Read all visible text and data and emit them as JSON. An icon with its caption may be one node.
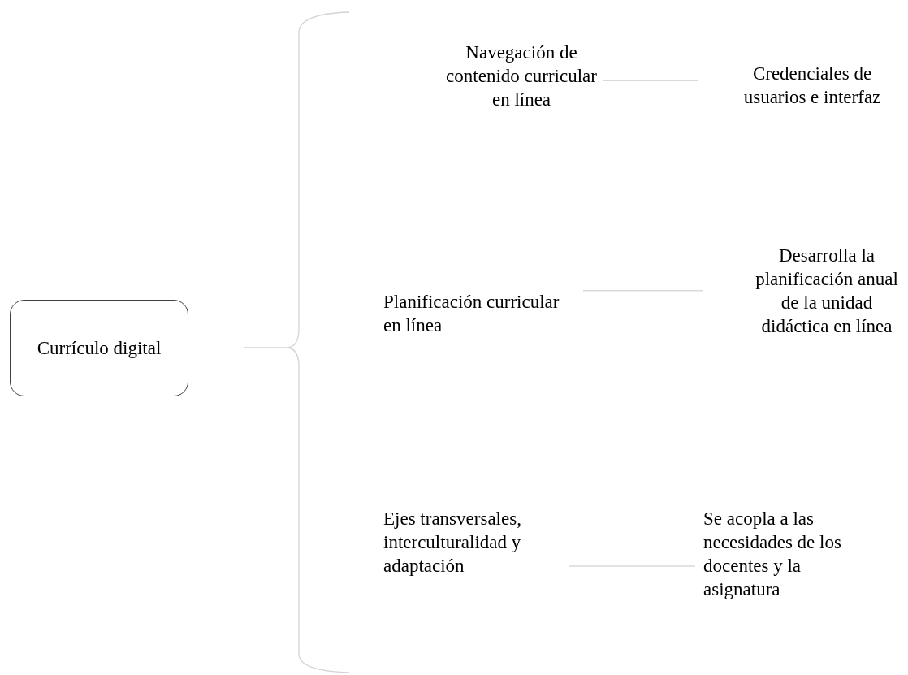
{
  "diagram": {
    "nodes": [
      {
        "text": [
          "Currículo digital"
        ]
      },
      {
        "text": [
          "Navegación de contenido curricular en línea"
        ]
      },
      {
        "text": [
          "Planificación curricular en línea"
        ]
      },
      {
        "text": [
          "Ejes transversales, interculturalidad y adaptación"
        ]
      },
      {
        "text": [
          "Credenciales de usuarios e interfaz"
        ]
      },
      {
        "text": [
          "Desarrolla la planificación anual de la unidad didáctica en línea"
        ]
      },
      {
        "text": [
          "Se acopla a las necesidades de los docentes y la asignatura"
        ]
      }
    ],
    "edges": [
      {
        "from": 1,
        "to": 4,
        "arrow": "none"
      },
      {
        "from": 2,
        "to": 5,
        "arrow": "none"
      },
      {
        "from": 3,
        "to": 6,
        "arrow": "none"
      }
    ]
  }
}
